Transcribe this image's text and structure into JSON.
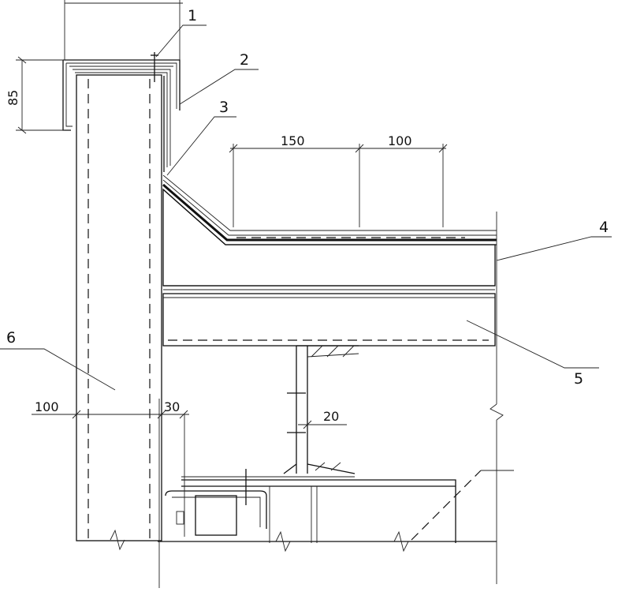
{
  "callouts": {
    "c1": "1",
    "c2": "2",
    "c3": "3",
    "c4": "4",
    "c5": "5",
    "c6": "6"
  },
  "dimensions": {
    "parapet_height": "85",
    "step_width": "150",
    "edge_width": "100",
    "wall_thickness": "100",
    "gap_width": "30",
    "flange_offset": "20"
  }
}
